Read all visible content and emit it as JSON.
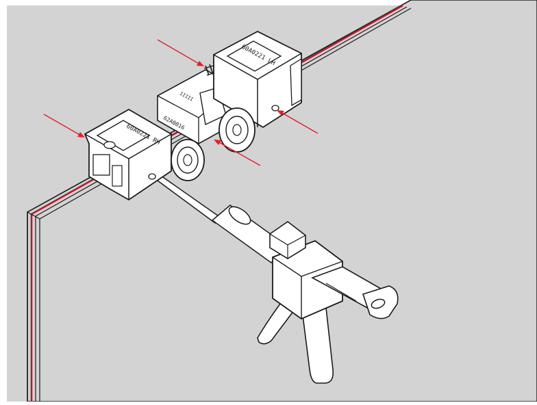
{
  "colors": {
    "background": "#ffffff",
    "wall": "#d3d3d3",
    "glass_edge": "#b31b2b",
    "arrow": "#e0202a",
    "ink": "#1a1a1a",
    "part_fill": "#ffffff"
  },
  "labels": {
    "carriage_left_code": "60A0221 RH",
    "carriage_right_code": "60A0221 LH",
    "bridge_code": "62A0016",
    "small_code": "IIIII"
  },
  "icons": {
    "applicator_gun": "adhesive-dispensing-gun",
    "roller": "nylon-roller-wheel",
    "spring": "coil-spring"
  }
}
